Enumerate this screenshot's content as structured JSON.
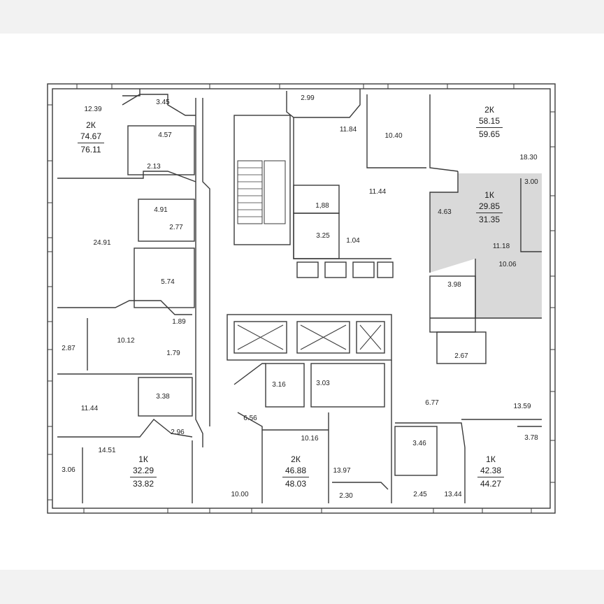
{
  "colors": {
    "background": "#ffffff",
    "band": "#f2f2f2",
    "wall": "#3a3a3a",
    "highlight": "#d9d9d9",
    "text": "#222222"
  },
  "apartments": [
    {
      "type": "2К",
      "living_area": "74.67",
      "total_area": "76.11"
    },
    {
      "type": "2К",
      "living_area": "58.15",
      "total_area": "59.65"
    },
    {
      "type": "1К",
      "living_area": "29.85",
      "total_area": "31.35"
    },
    {
      "type": "1К",
      "living_area": "32.29",
      "total_area": "33.82"
    },
    {
      "type": "2К",
      "living_area": "46.88",
      "total_area": "48.03"
    },
    {
      "type": "1К",
      "living_area": "42.38",
      "total_area": "44.27"
    }
  ],
  "room_areas": [
    "12.39",
    "3.45",
    "4.57",
    "2.13",
    "24.91",
    "4.91",
    "2.77",
    "5.74",
    "1.89",
    "2.87",
    "10.12",
    "1.79",
    "11.44",
    "3.38",
    "2.96",
    "14.51",
    "3.06",
    "10.00",
    "2.99",
    "11.84",
    "10.40",
    "18.30",
    "11.44",
    "1,88",
    "3.25",
    "1.04",
    "3.00",
    "4.63",
    "11.18",
    "10.06",
    "3.98",
    "2.67",
    "3.16",
    "3.03",
    "6.56",
    "10.16",
    "6.77",
    "13.59",
    "13.97",
    "2.30",
    "3.46",
    "2.45",
    "13.44",
    "3.78"
  ]
}
